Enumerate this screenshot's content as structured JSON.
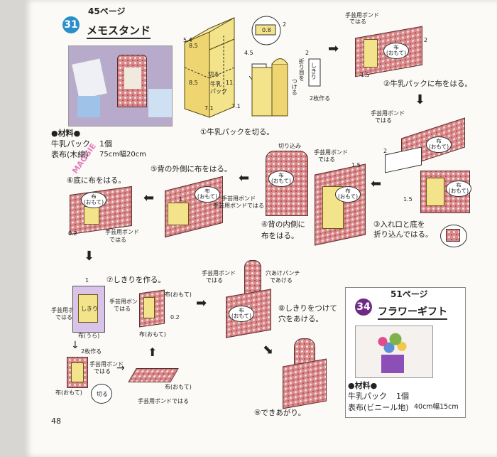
{
  "section31": {
    "number": "31",
    "page_ref": "45ページ",
    "title": "メモスタンド",
    "materials_heading": "●材料●",
    "materials": [
      {
        "item": "牛乳パック",
        "qty": "1個"
      },
      {
        "item": "表布(木綿)",
        "qty": "75cm幅20cm"
      }
    ],
    "watermark": "MAGGIE"
  },
  "steps": {
    "s1": "①牛乳パックを切る。",
    "s2": "②牛乳パックに布をはる。",
    "s3a": "③入れ口と底を",
    "s3b": "折り込んではる。",
    "s4a": "④背の内側に",
    "s4b": "布をはる。",
    "s5": "⑤背の外側に布をはる。",
    "s6": "⑥底に布をはる。",
    "s7": "⑦しきりを作る。",
    "s8a": "⑧しきりをつけて",
    "s8b": "穴をあける。",
    "s9": "⑨できあがり。"
  },
  "labels": {
    "glue1": "手芸用ボンド",
    "glue2": "ではる",
    "glue_full": "手芸用ボンドではる",
    "fabric_front": "布(おもて)",
    "fabric_back": "布(うら)",
    "fabric": "布",
    "front": "(おもて)",
    "fold_tuck": "切り込み",
    "punch1": "穴あけパンチ",
    "punch2": "であける",
    "partition": "しきり",
    "fold_line1": "折り目を",
    "fold_line2": "つける",
    "make_two": "2枚作る",
    "cut": "切る",
    "milk": "牛乳",
    "pack": "パック",
    "cut_label": "切る"
  },
  "dims": {
    "d54": "5.4",
    "d85a": "8.5",
    "d85b": "8.5",
    "d45": "4.5",
    "d11": "11",
    "d71a": "7.1",
    "d71b": "7.1",
    "d08": "0.8",
    "d2a": "2",
    "d2b": "2",
    "d2c": "2",
    "d15a": "1.5",
    "d2d": "2",
    "d15b": "1.5",
    "d15c": "1.5",
    "d02a": "0.2",
    "d02b": "0.2",
    "d1": "1"
  },
  "section34": {
    "number": "34",
    "page_ref": "51ページ",
    "title": "フラワーギフト",
    "materials_heading": "●材料●",
    "materials": [
      {
        "item": "牛乳パック",
        "qty": "1個"
      },
      {
        "item": "表布(ビニール地)",
        "qty": "40cm幅15cm"
      }
    ]
  },
  "page_number": "48",
  "colors": {
    "badge31": "#2a8fc9",
    "badge34": "#6f2a86",
    "fabric": "#d88a8a",
    "yellow": "#f3e38a"
  }
}
